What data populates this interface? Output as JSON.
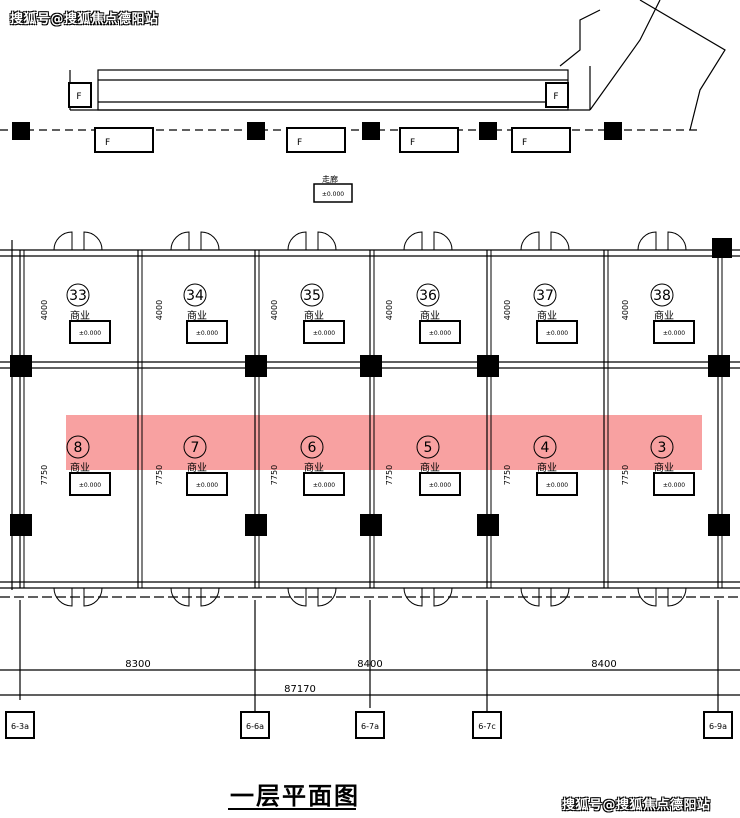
{
  "watermark": {
    "top_left": "搜狐号@搜狐焦点德阳站",
    "bottom_right": "搜狐号@搜狐焦点德阳站"
  },
  "title": "一层平面图",
  "corridor": {
    "label": "走廊",
    "level": "±0.000"
  },
  "stair_labels": [
    "F",
    "F"
  ],
  "upper_tags": [
    "F",
    "F",
    "F",
    "F"
  ],
  "north_units": [
    {
      "number": "33",
      "use": "商业",
      "level": "±0.000"
    },
    {
      "number": "34",
      "use": "商业",
      "level": "±0.000"
    },
    {
      "number": "35",
      "use": "商业",
      "level": "±0.000"
    },
    {
      "number": "36",
      "use": "商业",
      "level": "±0.000"
    },
    {
      "number": "37",
      "use": "商业",
      "level": "±0.000"
    },
    {
      "number": "38",
      "use": "商业",
      "level": "±0.000"
    }
  ],
  "south_units": [
    {
      "number": "8",
      "use": "商业",
      "level": "±0.000"
    },
    {
      "number": "7",
      "use": "商业",
      "level": "±0.000"
    },
    {
      "number": "6",
      "use": "商业",
      "level": "±0.000"
    },
    {
      "number": "5",
      "use": "商业",
      "level": "±0.000"
    },
    {
      "number": "4",
      "use": "商业",
      "level": "±0.000"
    },
    {
      "number": "3",
      "use": "商业",
      "level": "±0.000"
    }
  ],
  "dimensions": {
    "north_depth": "4000",
    "south_depth": "7750",
    "bay_spans": [
      "8300",
      "8400",
      "8400"
    ],
    "total": "87170"
  },
  "axis_tags": [
    "6-3a",
    "6-6a",
    "6-7a",
    "6-7c",
    "6-9a"
  ],
  "colors": {
    "highlight": "#f79090",
    "line": "#000000",
    "hatch": "#555555"
  }
}
